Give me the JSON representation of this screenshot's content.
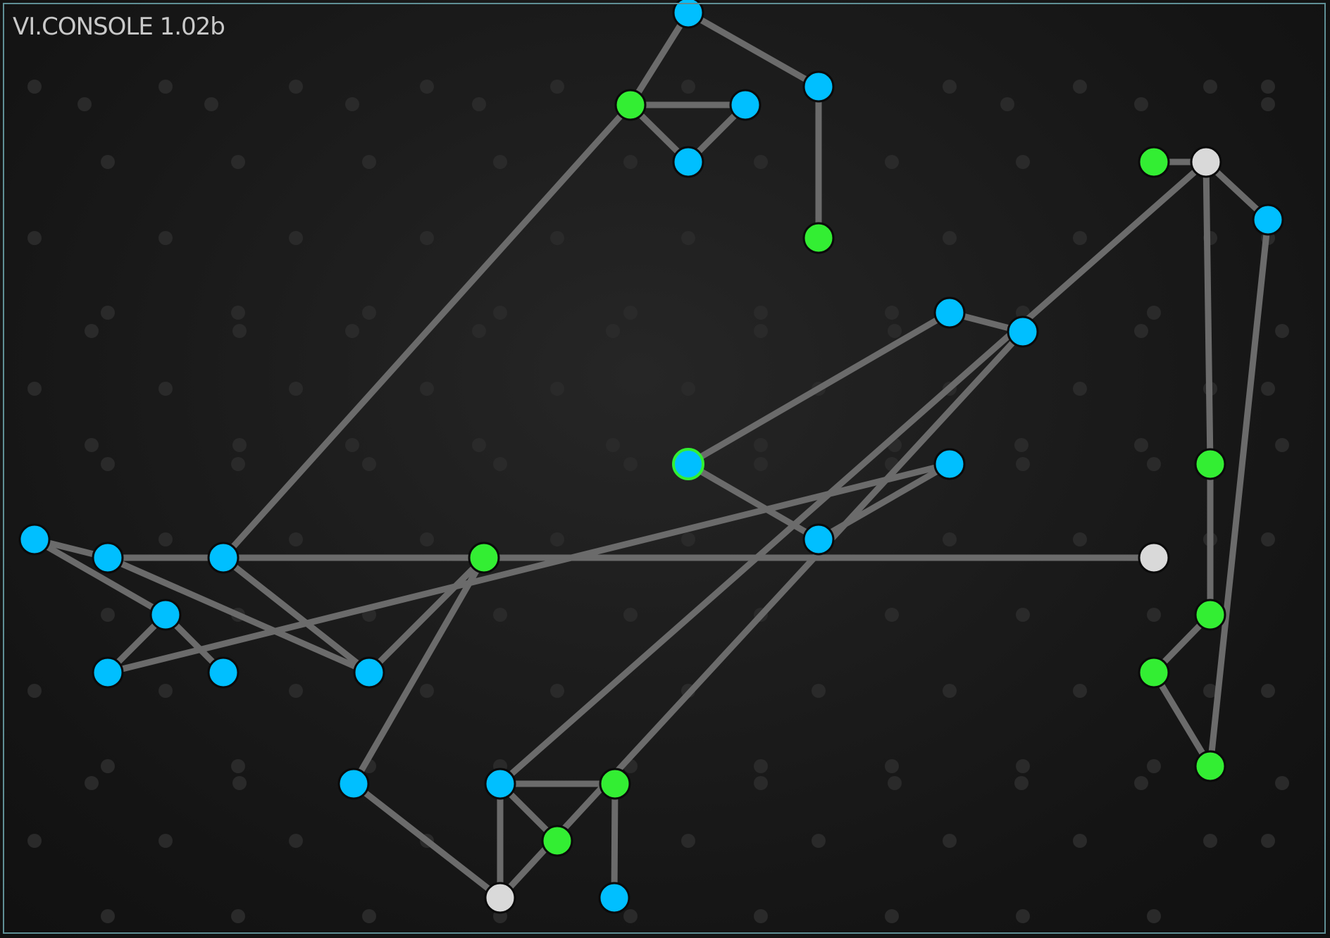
{
  "title": "VI.CONSOLE 1.02b",
  "colors": {
    "blue": "#00bfff",
    "green": "#33ee33",
    "white": "#d9d9d9",
    "edge": "#6b6b6b",
    "grid_dot": "#2a2a2a",
    "frame": "#5f8f95"
  },
  "nodes": [
    {
      "id": 0,
      "c": "blue",
      "icon": "node-blue-icon"
    },
    {
      "id": 1,
      "c": "green",
      "icon": "node-green-icon"
    },
    {
      "id": 2,
      "c": "blue",
      "icon": "node-blue-icon"
    },
    {
      "id": 3,
      "c": "blue",
      "icon": "node-blue-icon"
    },
    {
      "id": 4,
      "c": "blue",
      "icon": "node-blue-icon"
    },
    {
      "id": 5,
      "c": "green",
      "icon": "node-green-icon"
    },
    {
      "id": 6,
      "c": "blue",
      "icon": "node-blue-icon"
    },
    {
      "id": 7,
      "c": "blue",
      "icon": "node-blue-icon"
    },
    {
      "id": 8,
      "c": "blue",
      "icon": "node-blue-icon"
    },
    {
      "id": 9,
      "c": "blue",
      "icon": "node-blue-icon"
    },
    {
      "id": 10,
      "c": "blue",
      "icon": "node-blue-icon"
    },
    {
      "id": 11,
      "c": "blue",
      "icon": "node-blue-icon",
      "ring": true
    },
    {
      "id": 12,
      "c": "blue",
      "icon": "node-blue-icon"
    },
    {
      "id": 13,
      "c": "blue",
      "icon": "node-blue-icon"
    },
    {
      "id": 14,
      "c": "green",
      "icon": "node-green-icon"
    },
    {
      "id": 15,
      "c": "blue",
      "icon": "node-blue-icon"
    },
    {
      "id": 16,
      "c": "blue",
      "icon": "node-blue-icon"
    },
    {
      "id": 17,
      "c": "blue",
      "icon": "node-blue-icon"
    },
    {
      "id": 18,
      "c": "blue",
      "icon": "node-blue-icon"
    },
    {
      "id": 19,
      "c": "green",
      "icon": "node-green-icon"
    },
    {
      "id": 20,
      "c": "blue",
      "icon": "node-blue-icon"
    },
    {
      "id": 21,
      "c": "white",
      "icon": "node-white-icon"
    },
    {
      "id": 22,
      "c": "green",
      "icon": "node-green-icon"
    },
    {
      "id": 23,
      "c": "green",
      "icon": "node-green-icon"
    },
    {
      "id": 24,
      "c": "green",
      "icon": "node-green-icon"
    },
    {
      "id": 25,
      "c": "green",
      "icon": "node-green-icon"
    },
    {
      "id": 26,
      "c": "white",
      "icon": "node-white-icon"
    },
    {
      "id": 27,
      "c": "blue",
      "icon": "node-blue-icon"
    },
    {
      "id": 28,
      "c": "blue",
      "icon": "node-blue-icon"
    },
    {
      "id": 29,
      "c": "green",
      "icon": "node-green-icon"
    },
    {
      "id": 30,
      "c": "white",
      "icon": "node-white-icon"
    },
    {
      "id": 31,
      "c": "green",
      "icon": "node-green-icon"
    },
    {
      "id": 32,
      "c": "blue",
      "icon": "node-blue-icon"
    }
  ],
  "edges": [
    [
      0,
      1
    ],
    [
      0,
      2
    ],
    [
      1,
      3
    ],
    [
      1,
      4
    ],
    [
      3,
      4
    ],
    [
      2,
      5
    ],
    [
      1,
      6
    ],
    [
      7,
      8
    ],
    [
      8,
      9
    ],
    [
      9,
      10
    ],
    [
      9,
      16
    ],
    [
      11,
      12
    ],
    [
      12,
      13
    ],
    [
      13,
      16
    ],
    [
      11,
      17
    ],
    [
      17,
      18
    ],
    [
      14,
      15
    ],
    [
      15,
      6
    ],
    [
      15,
      7
    ],
    [
      14,
      7
    ],
    [
      6,
      26
    ],
    [
      7,
      26
    ],
    [
      14,
      28
    ],
    [
      28,
      30
    ],
    [
      18,
      30
    ],
    [
      30,
      27
    ],
    [
      27,
      29
    ],
    [
      29,
      32
    ],
    [
      27,
      31
    ],
    [
      27,
      21
    ],
    [
      21,
      20
    ],
    [
      20,
      25
    ],
    [
      19,
      21
    ],
    [
      24,
      25
    ],
    [
      23,
      24
    ],
    [
      22,
      23
    ],
    [
      22,
      21
    ]
  ]
}
